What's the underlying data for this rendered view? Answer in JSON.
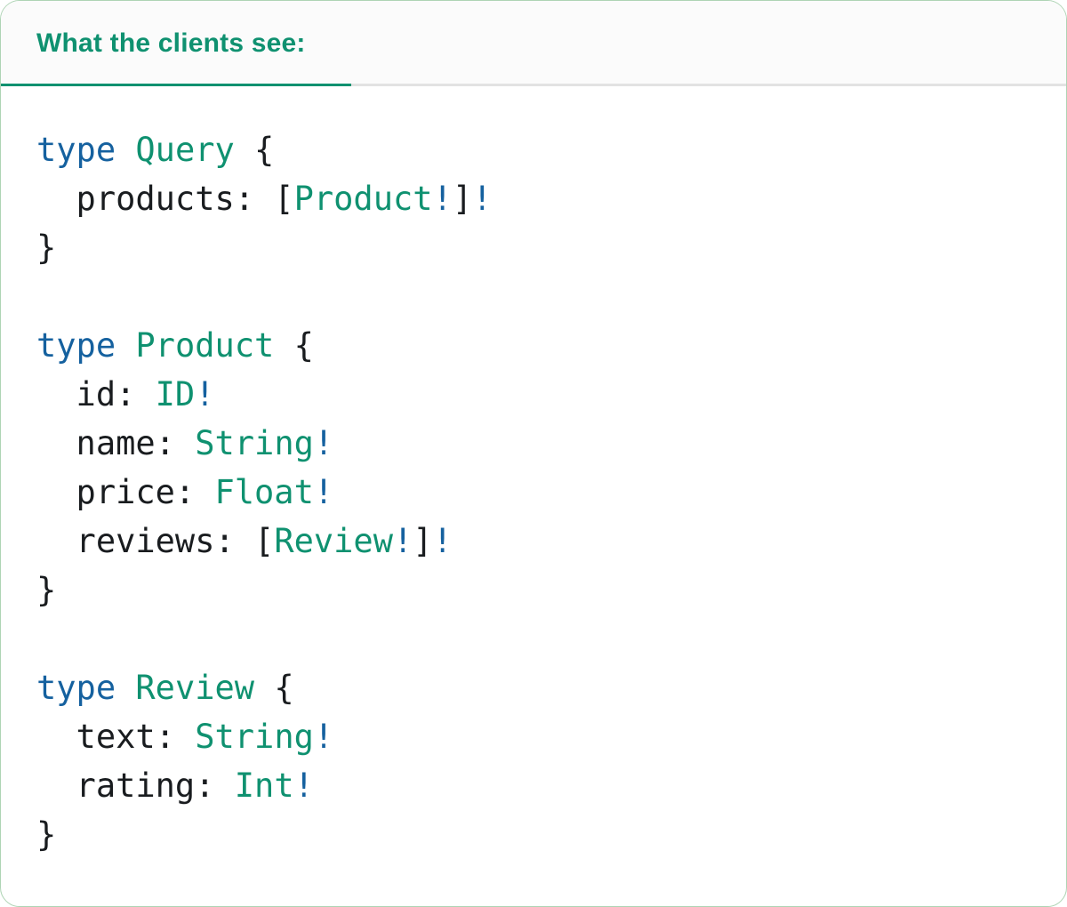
{
  "panel": {
    "title": "What the clients see:"
  },
  "colors": {
    "accent_green": "#0f9170",
    "keyword_blue": "#15619f",
    "code_text": "#191c1f",
    "tab_underline": "#0f9170",
    "header_divider": "#e2e2e2",
    "header_background": "#fbfbfb",
    "panel_border": "#aed4b4",
    "panel_background": "#ffffff"
  },
  "code": {
    "language": "graphql",
    "token_classes": {
      "k": "keyword",
      "t": "type-name",
      "p": "plain"
    },
    "lines": [
      [
        {
          "c": "k",
          "t": "type"
        },
        {
          "c": "p",
          "t": " "
        },
        {
          "c": "t",
          "t": "Query"
        },
        {
          "c": "p",
          "t": " {"
        }
      ],
      [
        {
          "c": "p",
          "t": "  products: ["
        },
        {
          "c": "t",
          "t": "Product"
        },
        {
          "c": "k",
          "t": "!"
        },
        {
          "c": "p",
          "t": "]"
        },
        {
          "c": "k",
          "t": "!"
        }
      ],
      [
        {
          "c": "p",
          "t": "}"
        }
      ],
      [],
      [
        {
          "c": "k",
          "t": "type"
        },
        {
          "c": "p",
          "t": " "
        },
        {
          "c": "t",
          "t": "Product"
        },
        {
          "c": "p",
          "t": " {"
        }
      ],
      [
        {
          "c": "p",
          "t": "  id: "
        },
        {
          "c": "t",
          "t": "ID"
        },
        {
          "c": "k",
          "t": "!"
        }
      ],
      [
        {
          "c": "p",
          "t": "  name: "
        },
        {
          "c": "t",
          "t": "String"
        },
        {
          "c": "k",
          "t": "!"
        }
      ],
      [
        {
          "c": "p",
          "t": "  price: "
        },
        {
          "c": "t",
          "t": "Float"
        },
        {
          "c": "k",
          "t": "!"
        }
      ],
      [
        {
          "c": "p",
          "t": "  reviews: ["
        },
        {
          "c": "t",
          "t": "Review"
        },
        {
          "c": "k",
          "t": "!"
        },
        {
          "c": "p",
          "t": "]"
        },
        {
          "c": "k",
          "t": "!"
        }
      ],
      [
        {
          "c": "p",
          "t": "}"
        }
      ],
      [],
      [
        {
          "c": "k",
          "t": "type"
        },
        {
          "c": "p",
          "t": " "
        },
        {
          "c": "t",
          "t": "Review"
        },
        {
          "c": "p",
          "t": " {"
        }
      ],
      [
        {
          "c": "p",
          "t": "  text: "
        },
        {
          "c": "t",
          "t": "String"
        },
        {
          "c": "k",
          "t": "!"
        }
      ],
      [
        {
          "c": "p",
          "t": "  rating: "
        },
        {
          "c": "t",
          "t": "Int"
        },
        {
          "c": "k",
          "t": "!"
        }
      ],
      [
        {
          "c": "p",
          "t": "}"
        }
      ]
    ]
  }
}
